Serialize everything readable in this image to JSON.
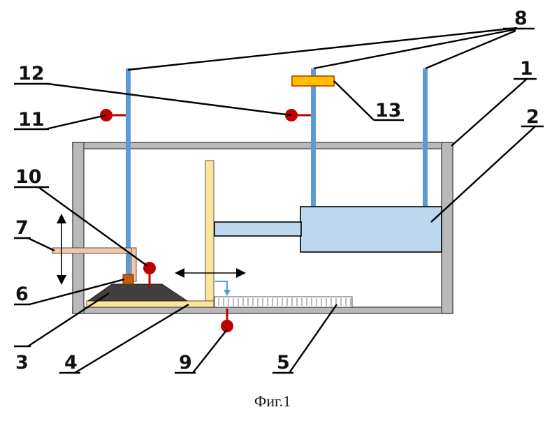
{
  "figure": {
    "caption": "Фиг.1",
    "labels": {
      "l1": "1",
      "l2": "2",
      "l3": "3",
      "l4": "4",
      "l5": "5",
      "l6": "6",
      "l7": "7",
      "l8": "8",
      "l9": "9",
      "l10": "10",
      "l11": "11",
      "l12": "12",
      "l13": "13"
    },
    "colors": {
      "housing": "#b9b9b9",
      "rod": "#5b9bd5",
      "cylinder": "#bdd7ee",
      "plate": "#fde49a",
      "thermo": "#c00000",
      "heater": "#ffc000",
      "sample": "#404040",
      "holder": "#f4c7a8"
    }
  }
}
